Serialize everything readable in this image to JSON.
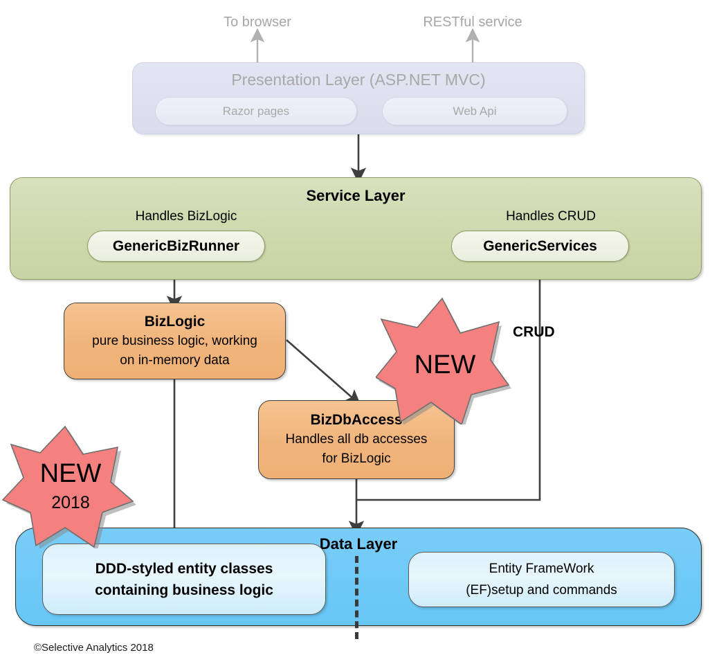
{
  "diagram": {
    "title": "Layered application architecture",
    "colors": {
      "presentation_fill": "#dde1ef",
      "service_fill": "#cdd8ab",
      "biz_fill": "#f0b47b",
      "data_fill": "#6fc9f6",
      "star_fill": "#f4817f",
      "faded_text": "#a6a6a6",
      "line": "#3f3f3f"
    }
  },
  "annotations": {
    "to_browser": "To browser",
    "restful_service": "RESTful service",
    "crud": "CRUD"
  },
  "presentation": {
    "title": "Presentation Layer (ASP.NET MVC)",
    "pills": [
      {
        "label": "Razor pages"
      },
      {
        "label": "Web Api"
      }
    ]
  },
  "service": {
    "title": "Service Layer",
    "left": {
      "caption": "Handles BizLogic",
      "pill": "GenericBizRunner"
    },
    "right": {
      "caption": "Handles CRUD",
      "pill": "GenericServices"
    }
  },
  "bizlogic": {
    "title": "BizLogic",
    "lines": [
      "pure business logic, working",
      "on in-memory data"
    ]
  },
  "bizdbaccess": {
    "title": "BizDbAccess",
    "lines": [
      "Handles all db accesses",
      "for BizLogic"
    ]
  },
  "data": {
    "title": "Data Layer",
    "left_pill": {
      "lines": [
        "DDD-styled entity classes",
        "containing business logic"
      ]
    },
    "right_pill": {
      "lines": [
        "Entity FrameWork",
        "(EF)setup and commands"
      ]
    }
  },
  "stars": [
    {
      "label": "NEW",
      "year": ""
    },
    {
      "label": "NEW",
      "year": "2018"
    }
  ],
  "footer": {
    "copyright": "©Selective Analytics 2018"
  }
}
